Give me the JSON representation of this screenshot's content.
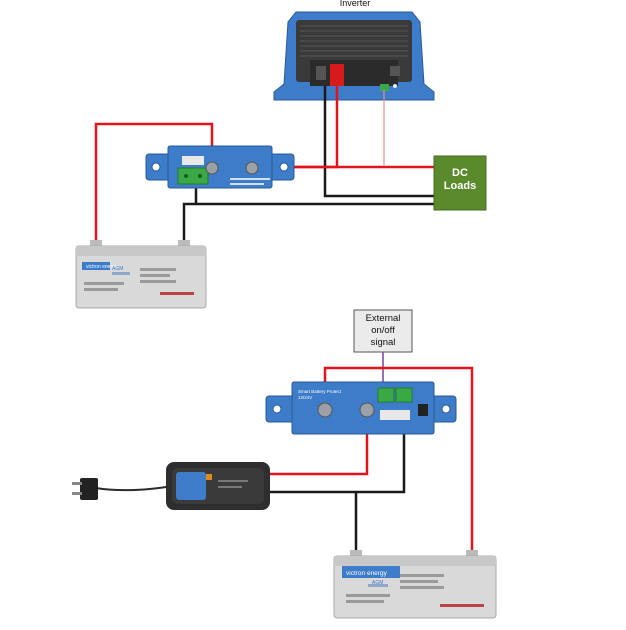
{
  "labels": {
    "inverter": "Inverter",
    "dc_loads_line1": "DC",
    "dc_loads_line2": "Loads",
    "external_signal_line1": "External",
    "external_signal_line2": "on/off",
    "external_signal_line3": "signal"
  },
  "battery_top": {
    "brand": "victron energy",
    "model": "AGM"
  },
  "battery_bottom": {
    "brand": "victron energy",
    "model": "AGM"
  },
  "battery_protect_bottom": {
    "title_line1": "Smart Battery Protect",
    "title_line2": "12/24V"
  },
  "colors": {
    "red_wire": "#e3131b",
    "black_wire": "#1a1a1a",
    "pink_wire": "#f08a8a",
    "purple_wire": "#7a3fa0",
    "victron_blue": "#3a78c2",
    "dc_loads_green": "#5a8a2c",
    "battery_grey": "#d9d9d9"
  },
  "icons": [
    "inverter-icon",
    "battery-protect-icon",
    "battery-icon",
    "charger-icon",
    "plug-icon"
  ]
}
